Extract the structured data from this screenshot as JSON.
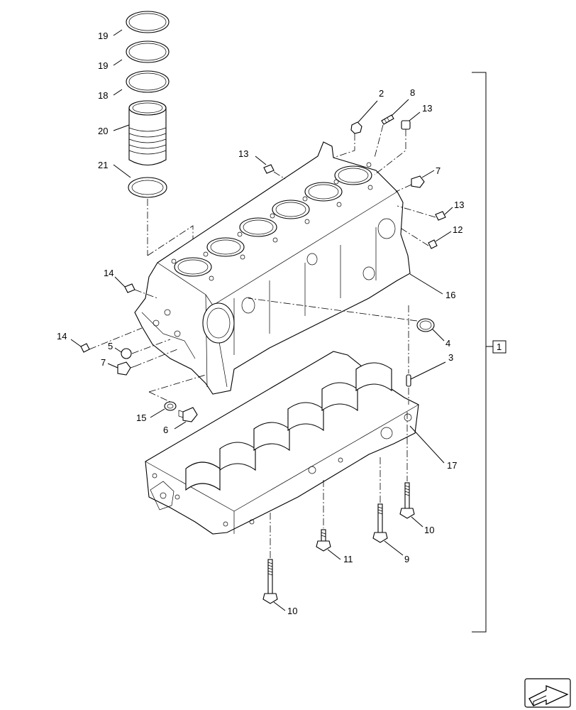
{
  "callouts": {
    "c19a": "19",
    "c19b": "19",
    "c18": "18",
    "c20": "20",
    "c21": "21",
    "c2": "2",
    "c8": "8",
    "c13a": "13",
    "c13b": "13",
    "c7a": "7",
    "c13c": "13",
    "c12": "12",
    "c16": "16",
    "c14a": "14",
    "c14b": "14",
    "c5": "5",
    "c7b": "7",
    "c4": "4",
    "c3": "3",
    "c15": "15",
    "c6": "6",
    "c17": "17",
    "c10a": "10",
    "c11": "11",
    "c9": "9",
    "c10b": "10"
  },
  "assembly_box": "1",
  "icons": {
    "nav": "next-page-arrow-icon"
  }
}
